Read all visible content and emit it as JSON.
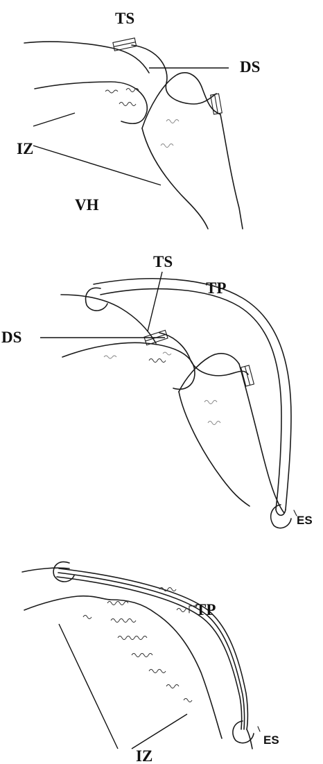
{
  "panels": [
    {
      "id": "top",
      "labels": {
        "ts": "TS",
        "ds": "DS",
        "iz": "IZ",
        "vh": "VH"
      }
    },
    {
      "id": "middle",
      "labels": {
        "ts": "TS",
        "tp": "TP",
        "ds": "DS",
        "es": "ES"
      }
    },
    {
      "id": "bottom",
      "labels": {
        "tp": "TP",
        "es": "ES",
        "iz": "IZ"
      }
    }
  ]
}
